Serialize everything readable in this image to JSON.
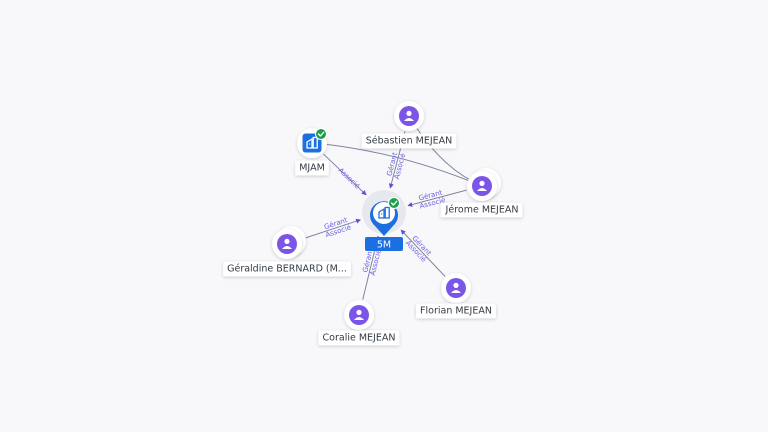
{
  "colors": {
    "person": "#7b55e8",
    "company": "#1b6fe0",
    "hub": "#1b6fe0",
    "verified": "#1e9e4a",
    "edge": "#7c86a0",
    "edge_label": "#6a5be0"
  },
  "hub": {
    "label": "5M",
    "icon": "building-icon",
    "verified": true
  },
  "nodes": [
    {
      "id": "mjam",
      "type": "company",
      "label": "MJAM",
      "icon": "building-icon",
      "verified": true
    },
    {
      "id": "sebastien",
      "type": "person",
      "label": "Sébastien MEJEAN",
      "icon": "person-icon"
    },
    {
      "id": "jerome",
      "type": "person",
      "label": "Jérome MEJEAN",
      "icon": "person-icon"
    },
    {
      "id": "geraldine",
      "type": "person",
      "label": "Géraldine BERNARD (M...",
      "icon": "person-icon"
    },
    {
      "id": "florian",
      "type": "person",
      "label": "Florian MEJEAN",
      "icon": "person-icon"
    },
    {
      "id": "coralie",
      "type": "person",
      "label": "Coralie MEJEAN",
      "icon": "person-icon"
    }
  ],
  "edges": [
    {
      "from": "mjam",
      "to": "hub",
      "lines": [
        "Associé"
      ]
    },
    {
      "from": "sebastien",
      "to": "hub",
      "lines": [
        "Gérant",
        "Associé"
      ]
    },
    {
      "from": "jerome",
      "to": "hub",
      "lines": [
        "Gérant",
        "Associé"
      ]
    },
    {
      "from": "geraldine",
      "to": "hub",
      "lines": [
        "Gérant",
        "Associé"
      ]
    },
    {
      "from": "florian",
      "to": "hub",
      "lines": [
        "Gérant",
        "Associé"
      ]
    },
    {
      "from": "coralie",
      "to": "hub",
      "lines": [
        "Gérant",
        "Associé"
      ]
    },
    {
      "from": "mjam",
      "to": "jerome",
      "lines": []
    },
    {
      "from": "jerome",
      "to": "sebastien",
      "lines": []
    }
  ]
}
